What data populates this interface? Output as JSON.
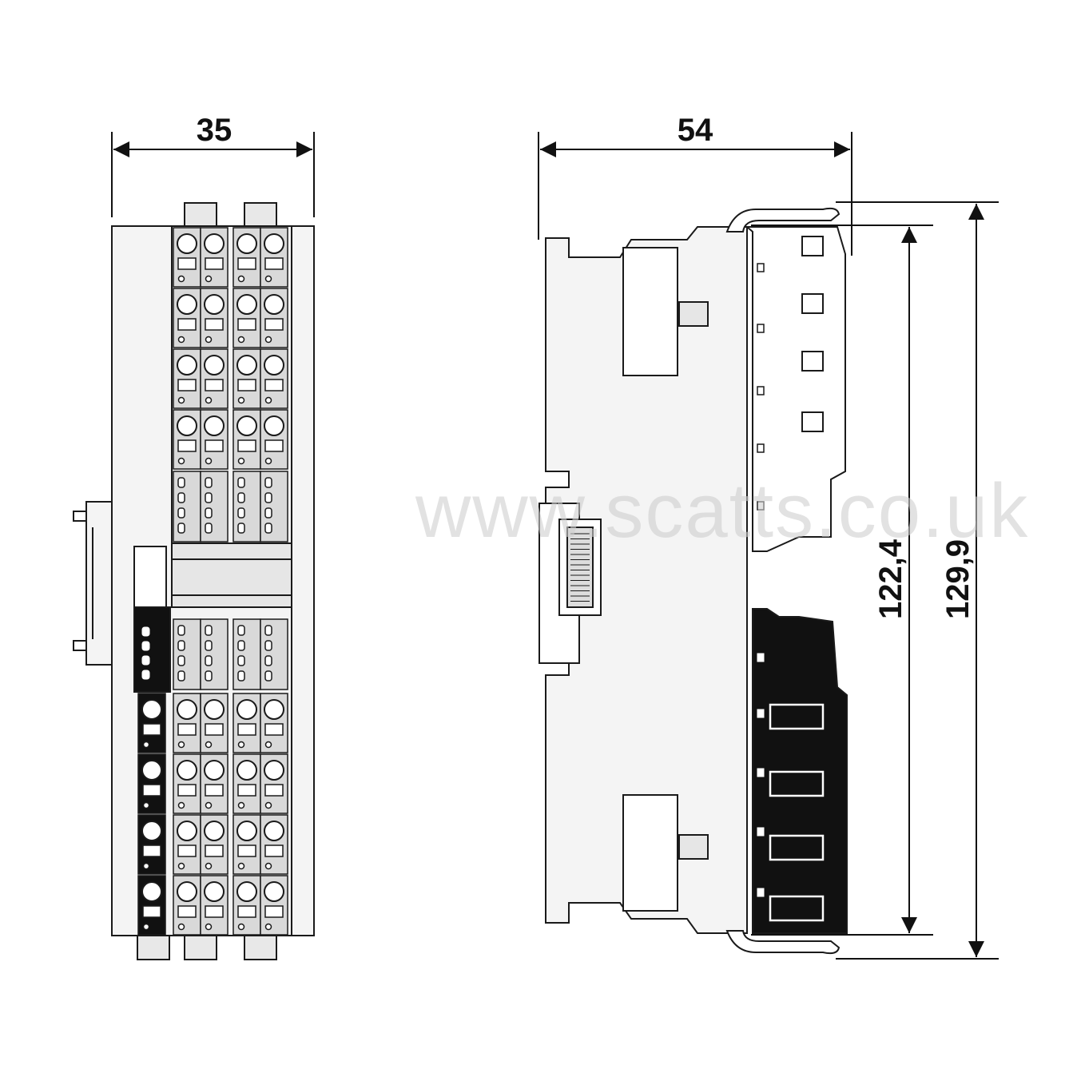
{
  "colors": {
    "line": "#1a1a1a",
    "housing_fill": "#f4f4f4",
    "terminal_fill": "#d9d9d9",
    "dark_fill": "#111111",
    "watermark": "#cfcfcf"
  },
  "dimensions": {
    "front_width": "35",
    "side_width": "54",
    "inner_height": "122,4",
    "outer_height": "129,9"
  },
  "watermark": {
    "text": "www.scatts.co.uk"
  }
}
